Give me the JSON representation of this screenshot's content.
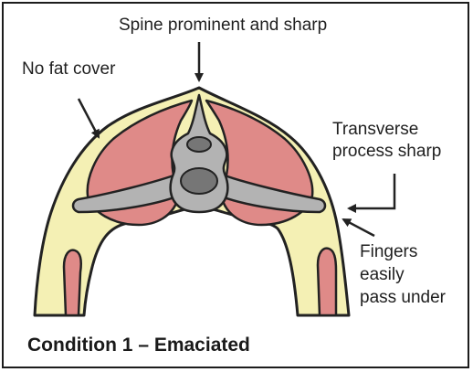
{
  "labels": {
    "spine": "Spine prominent and sharp",
    "fat": "No fat cover",
    "transverse_line1": "Transverse",
    "transverse_line2": "process sharp",
    "fingers_line1": "Fingers",
    "fingers_line2": "easily",
    "fingers_line3": "pass under"
  },
  "caption": "Condition 1 – Emaciated",
  "colors": {
    "fat": "#f4f0b4",
    "muscle": "#df8a88",
    "bone": "#b3b3b3",
    "bone_dark": "#767676",
    "outline": "#222222"
  }
}
